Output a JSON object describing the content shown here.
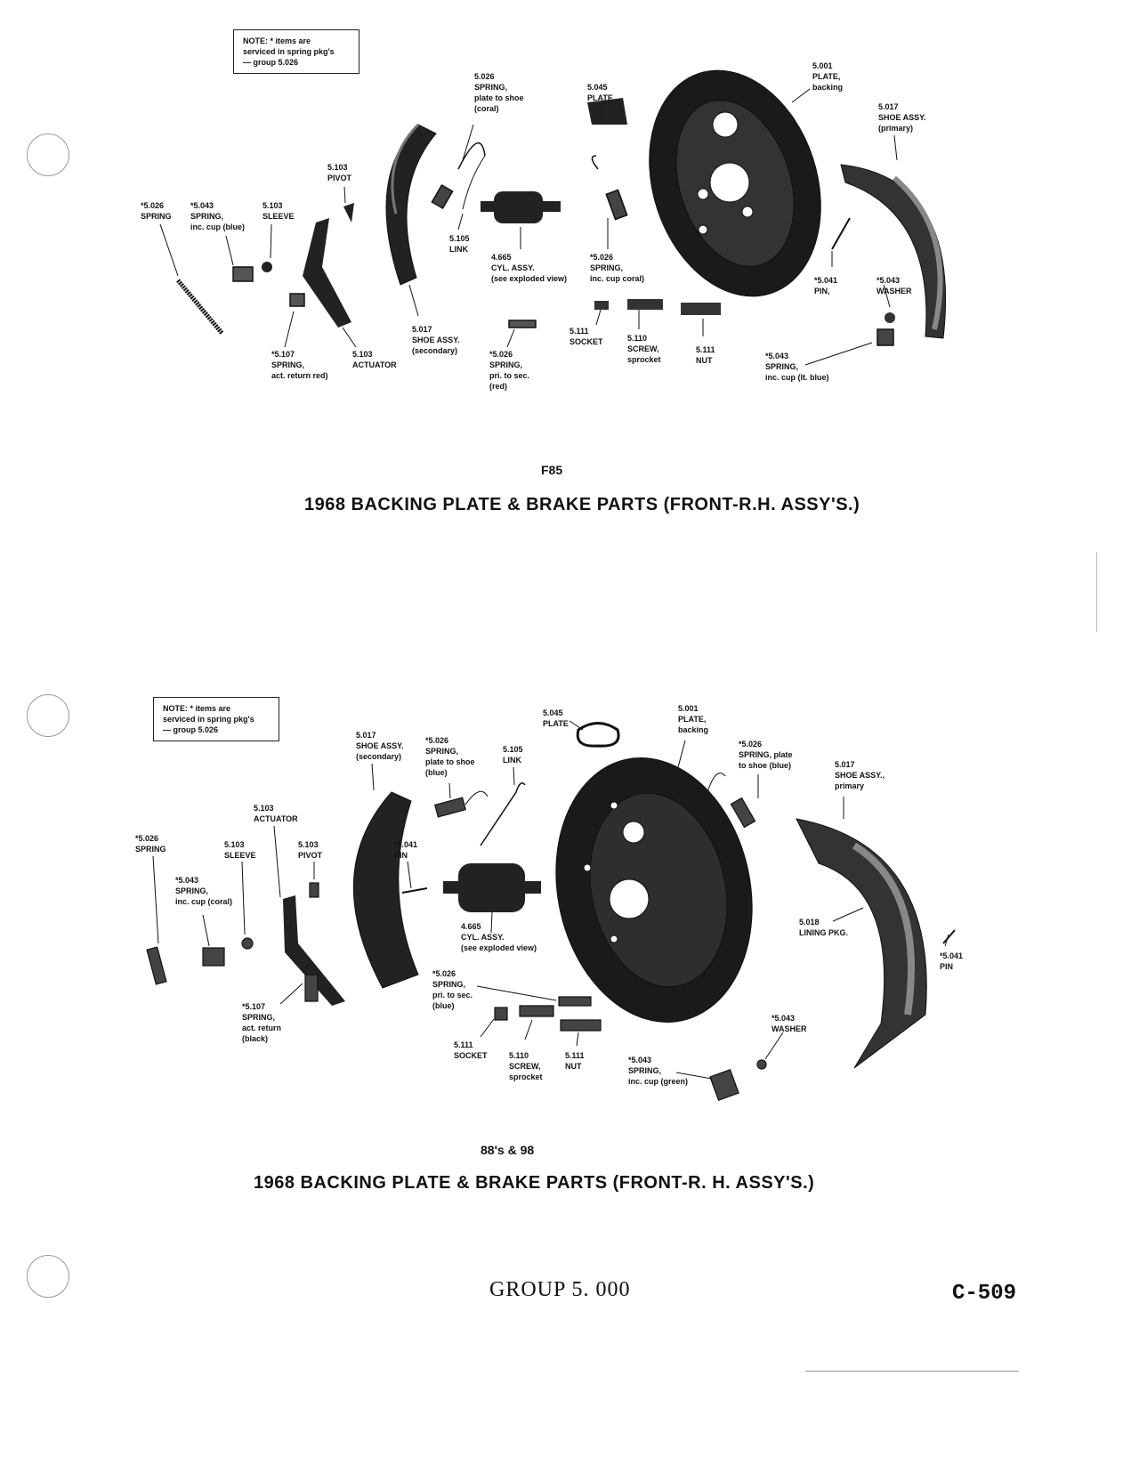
{
  "top_diagram": {
    "note": [
      "NOTE:  * items are",
      "serviced in spring pkg's",
      "— group 5.026"
    ],
    "labels": [
      [
        "5.026",
        "SPRING,",
        "plate to shoe",
        "(coral)"
      ],
      [
        "5.045",
        "PLATE"
      ],
      [
        "5.001",
        "PLATE,",
        "backing"
      ],
      [
        "5.017",
        "SHOE ASSY.",
        "(primary)"
      ],
      [
        "5.103",
        "PIVOT"
      ],
      [
        "*5.026",
        "SPRING"
      ],
      [
        "*5.043",
        "SPRING,",
        "inc. cup (blue)"
      ],
      [
        "5.103",
        "SLEEVE"
      ],
      [
        "5.105",
        "LINK"
      ],
      [
        "4.665",
        "CYL. ASSY.",
        "(see exploded view)"
      ],
      [
        "*5.026",
        "SPRING,",
        "inc. cup  coral)"
      ],
      [
        "*5.041",
        "PIN,"
      ],
      [
        "*5.043",
        "WASHER"
      ],
      [
        "*5.107",
        "SPRING,",
        "act. return  red)"
      ],
      [
        "5.103",
        "ACTUATOR"
      ],
      [
        "5.017",
        "SHOE ASSY.",
        "(secondary)"
      ],
      [
        "*5.026",
        "SPRING,",
        "pri. to sec.",
        "(red)"
      ],
      [
        "5.111",
        "SOCKET"
      ],
      [
        "5.110",
        "SCREW,",
        "sprocket"
      ],
      [
        "5.111",
        "NUT"
      ],
      [
        "*5.043",
        "SPRING,",
        "inc. cup (lt. blue)"
      ]
    ],
    "model": "F85",
    "caption": "1968 BACKING PLATE & BRAKE PARTS (FRONT-R.H. ASSY'S.)"
  },
  "bottom_diagram": {
    "note": [
      "NOTE:  * items are",
      "serviced in spring pkg's",
      "— group 5.026"
    ],
    "labels": [
      [
        "5.045",
        "PLATE"
      ],
      [
        "5.001",
        "PLATE,",
        "backing"
      ],
      [
        "5.017",
        "SHOE ASSY.",
        "(secondary)"
      ],
      [
        "*5.026",
        "SPRING,",
        "plate to shoe",
        "(blue)"
      ],
      [
        "5.105",
        "LINK"
      ],
      [
        "*5.026",
        "SPRING, plate",
        "to shoe (blue)"
      ],
      [
        "5.017",
        "SHOE ASSY.,",
        "primary"
      ],
      [
        "5.103",
        "ACTUATOR"
      ],
      [
        "*5.026",
        "SPRING"
      ],
      [
        "5.103",
        "SLEEVE"
      ],
      [
        "5.103",
        "PIVOT"
      ],
      [
        "*5.041",
        "PIN"
      ],
      [
        "*5.043",
        "SPRING,",
        "inc. cup (coral)"
      ],
      [
        "4.665",
        "CYL. ASSY.",
        "(see exploded view)"
      ],
      [
        "5.018",
        "LINING PKG."
      ],
      [
        "*5.041",
        "PIN"
      ],
      [
        "*5.026",
        "SPRING,",
        "pri. to sec.",
        "(blue)"
      ],
      [
        "*5.107",
        "SPRING,",
        "act. return",
        "(black)"
      ],
      [
        "*5.043",
        "WASHER"
      ],
      [
        "5.111",
        "SOCKET"
      ],
      [
        "5.110",
        "SCREW,",
        "sprocket"
      ],
      [
        "5.111",
        "NUT"
      ],
      [
        "*5.043",
        "SPRING,",
        "inc. cup (green)"
      ]
    ],
    "model": "88's & 98",
    "caption": "1968 BACKING PLATE & BRAKE PARTS (FRONT-R. H. ASSY'S.)"
  },
  "footer": {
    "group": "GROUP 5. 000",
    "page_number": "C-509"
  }
}
